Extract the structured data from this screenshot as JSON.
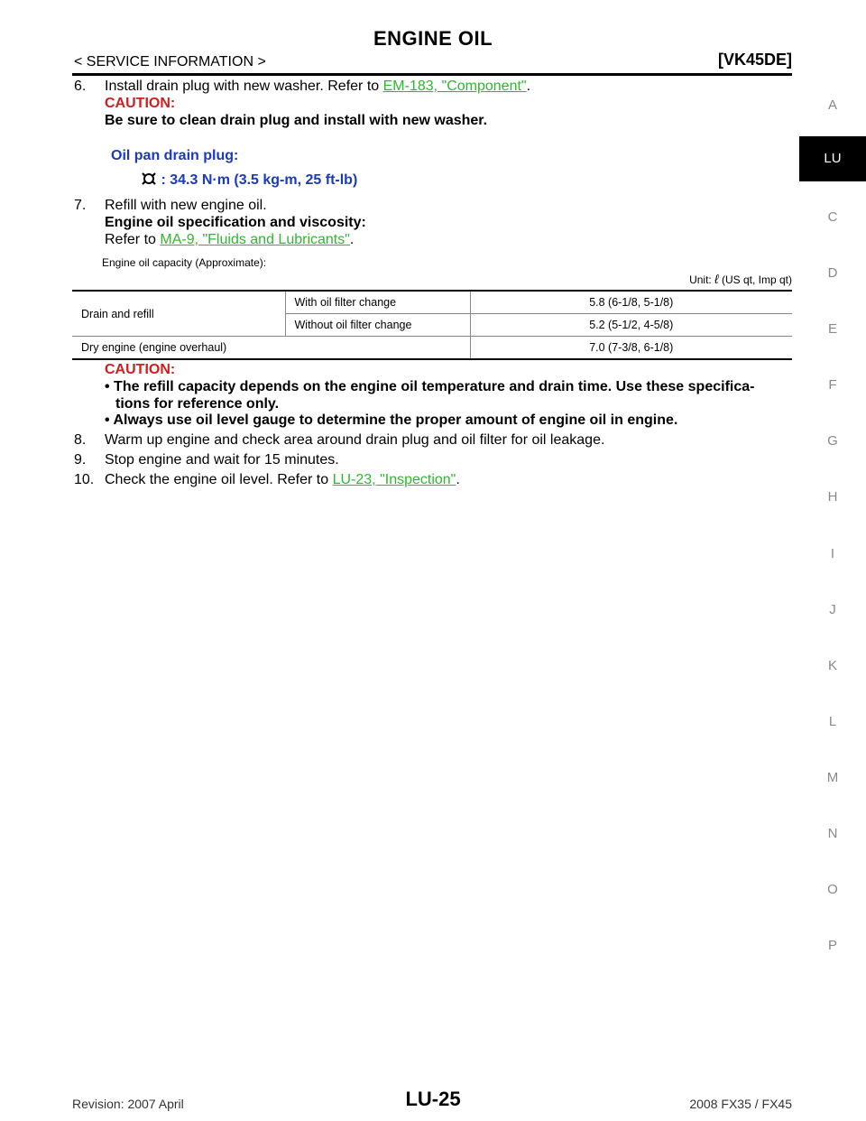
{
  "header": {
    "title": "ENGINE OIL",
    "section": "< SERVICE INFORMATION >",
    "model": "[VK45DE]"
  },
  "side_tabs": [
    "A",
    "LU",
    "C",
    "D",
    "E",
    "F",
    "G",
    "H",
    "I",
    "J",
    "K",
    "L",
    "M",
    "N",
    "O",
    "P"
  ],
  "active_tab": "LU",
  "steps": {
    "s6": {
      "num": "6.",
      "text": "Install drain plug with new washer. Refer to ",
      "link": "EM-183, \"Component\"",
      "after": ".",
      "caution_label": "CAUTION:",
      "caution_text": "Be sure to clean drain plug and install with new washer.",
      "torque_title": "Oil pan drain plug:",
      "torque_value": ": 34.3 N·m (3.5 kg-m, 25 ft-lb)"
    },
    "s7": {
      "num": "7.",
      "text": "Refill with new engine oil.",
      "spec_title": "Engine oil specification and viscosity:",
      "refer": "Refer to ",
      "link": "MA-9, \"Fluids and Lubricants\"",
      "after": "."
    },
    "s8": {
      "num": "8.",
      "text": "Warm up engine and check area around drain plug and oil filter for oil leakage."
    },
    "s9": {
      "num": "9.",
      "text": "Stop engine and wait for 15 minutes."
    },
    "s10": {
      "num": "10.",
      "text": "Check the engine oil level. Refer to ",
      "link": "LU-23, \"Inspection\"",
      "after": "."
    }
  },
  "capacity": {
    "caption": "Engine oil capacity (Approximate):",
    "unit_prefix": "Unit:",
    "unit_symbol": "ℓ",
    "unit_suffix": "(US qt, Imp qt)",
    "rows": {
      "drain_refill": "Drain and refill",
      "with_filter": "With oil filter change",
      "with_filter_val": "5.8 (6-1/8, 5-1/8)",
      "without_filter": "Without oil filter change",
      "without_filter_val": "5.2 (5-1/2, 4-5/8)",
      "dry_engine": "Dry engine (engine overhaul)",
      "dry_engine_val": "7.0 (7-3/8, 6-1/8)"
    }
  },
  "caution2": {
    "label": "CAUTION:",
    "bullet1_line1": "• The refill capacity depends on the engine oil temperature and drain time. Use these specifica-",
    "bullet1_line2": "tions for reference only.",
    "bullet2": "• Always use oil level gauge to determine the proper amount of engine oil in engine."
  },
  "footer": {
    "revision": "Revision: 2007 April",
    "page": "LU-25",
    "model": "2008 FX35 / FX45"
  }
}
